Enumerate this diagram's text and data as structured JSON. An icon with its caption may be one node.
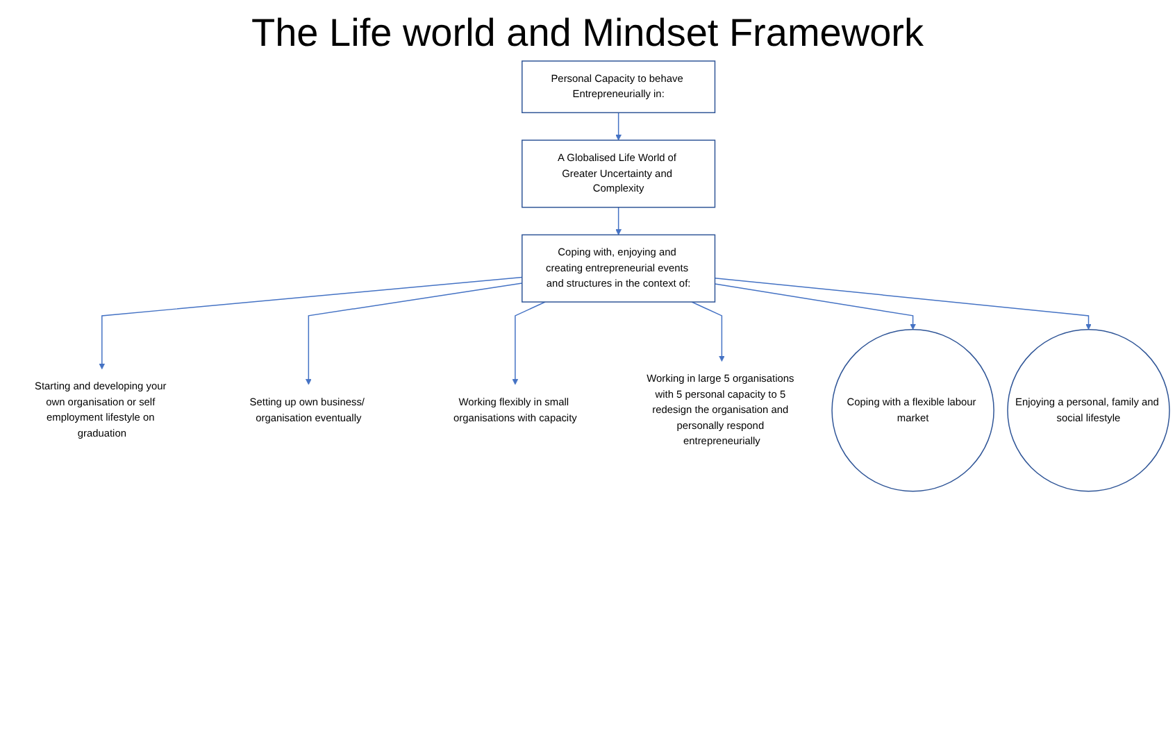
{
  "diagram": {
    "title": "The Life world and Mindset Framework",
    "nodes": [
      {
        "text": [
          "Personal Capacity to behave Entrepreneurially in:"
        ]
      },
      {
        "text": [
          "A Globalised Life World of Greater Uncertainty and Complexity"
        ]
      },
      {
        "text": [
          "Coping with, enjoying and creating entrepreneurial events and structures in the context of:"
        ]
      },
      {
        "text": [
          "Starting and developing your own organisation or self employment lifestyle on graduation"
        ]
      },
      {
        "text": [
          "Setting up own business/ organisation eventually"
        ]
      },
      {
        "text": [
          "Working flexibly in small organisations with capacity"
        ]
      },
      {
        "text": [
          "Working in large 5 organisations with 5 personal capacity to 5 redesign the organisation and personally respond entrepreneurially"
        ]
      },
      {
        "text": [
          "Coping with a flexible labour market"
        ]
      },
      {
        "text": [
          "Enjoying a personal, family and social lifestyle"
        ]
      }
    ],
    "edges": [
      {
        "from": 0,
        "to": 1,
        "arrow": "to"
      },
      {
        "from": 1,
        "to": 2,
        "arrow": "to"
      },
      {
        "from": 2,
        "to": 3,
        "arrow": "to"
      },
      {
        "from": 2,
        "to": 4,
        "arrow": "to"
      },
      {
        "from": 2,
        "to": 5,
        "arrow": "to"
      },
      {
        "from": 2,
        "to": 6,
        "arrow": "to"
      },
      {
        "from": 2,
        "to": 7,
        "arrow": "to"
      },
      {
        "from": 2,
        "to": 8,
        "arrow": "to"
      }
    ]
  }
}
